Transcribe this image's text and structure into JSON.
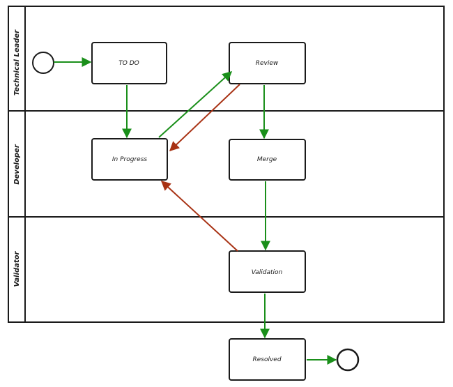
{
  "lanes": [
    {
      "id": "technical-leader",
      "label": "Technical Leader"
    },
    {
      "id": "developer",
      "label": "Developer"
    },
    {
      "id": "validator",
      "label": "Validator"
    }
  ],
  "nodes": {
    "todo": "TO DO",
    "review": "Review",
    "in_progress": "In Progress",
    "merge": "Merge",
    "validation": "Validation",
    "resolved": "Resolved"
  },
  "colors": {
    "forward": "#1a8f1a",
    "back": "#a83214",
    "line": "#1a1a1a"
  }
}
